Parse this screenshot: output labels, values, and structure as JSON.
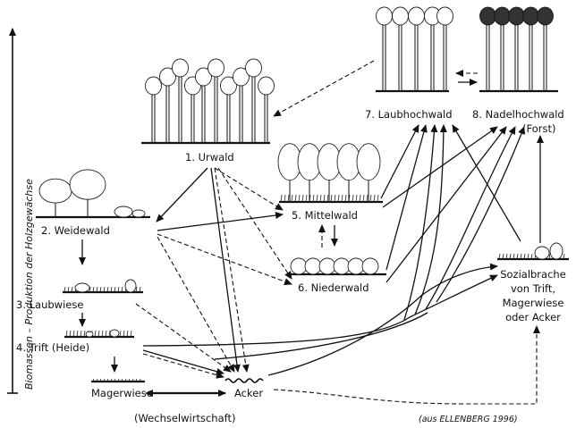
{
  "axis": {
    "label": "Biomassen – Produktion der Holzgewächse"
  },
  "nodes": {
    "urwald": "1. Urwald",
    "weidewald": "2. Weidewald",
    "laubwiese": "3. Laubwiese",
    "trift": "4. Trift (Heide)",
    "mittelwald": "5. Mittelwald",
    "niederwald": "6. Niederwald",
    "laubhochwald": "7. Laubhochwald",
    "nadelhochwald": "8. Nadelhochwald",
    "forst": "(Forst)",
    "magerwiese": "Magerwiese",
    "acker": "Acker",
    "sozialbrache": [
      "Sozialbrache",
      "von Trift,",
      "Magerwiese",
      "oder Acker"
    ]
  },
  "footer": {
    "wechsel": "(Wechselwirtschaft)",
    "source": "(aus ELLENBERG 1996)"
  }
}
